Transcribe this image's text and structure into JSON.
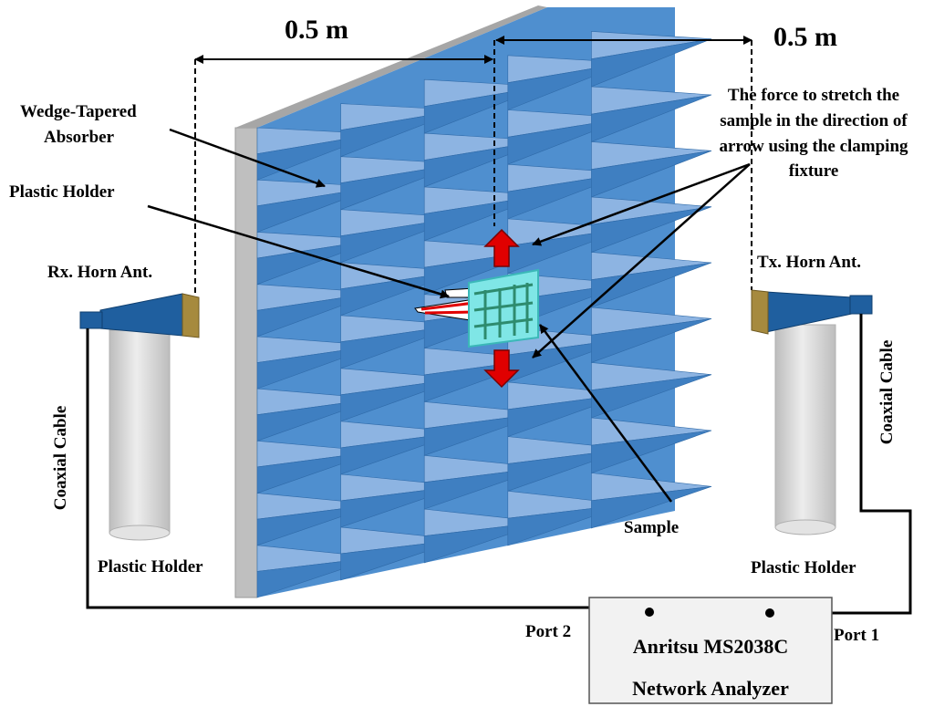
{
  "labels": {
    "dim_left": "0.5 m",
    "dim_right": "0.5 m",
    "absorber_line1": "Wedge-Tapered",
    "absorber_line2": "Absorber",
    "plastic_holder_top": "Plastic Holder",
    "rx_horn": "Rx. Horn Ant.",
    "tx_horn": "Tx. Horn Ant.",
    "force_line1": "The force to stretch the",
    "force_line2": "sample in the direction of",
    "force_line3": "arrow using the clamping",
    "force_line4": "fixture",
    "sample": "Sample",
    "coax_left": "Coaxial Cable",
    "coax_right": "Coaxial Cable",
    "plastic_holder_left": "Plastic Holder",
    "plastic_holder_right": "Plastic Holder",
    "port2": "Port 2",
    "port1": "Port 1",
    "analyzer_line1": "Anritsu MS2038C",
    "analyzer_line2": "Network Analyzer"
  },
  "colors": {
    "absorber_light": "#8db4e2",
    "absorber_dark": "#3f7fc1",
    "wall_gray": "#c0c0c0",
    "horn_blue": "#1f5f9f",
    "horn_mouth": "#a68a3e",
    "sample_cyan": "#7fe6e6",
    "sample_grid": "#2e8b6e",
    "force_arrow_red": "#e00000",
    "holder_gray": "#d9d9d9",
    "analyzer_box": "#f2f2f2"
  },
  "icons": {
    "force_arrow": "double-red-arrow",
    "antenna": "horn-antenna"
  }
}
